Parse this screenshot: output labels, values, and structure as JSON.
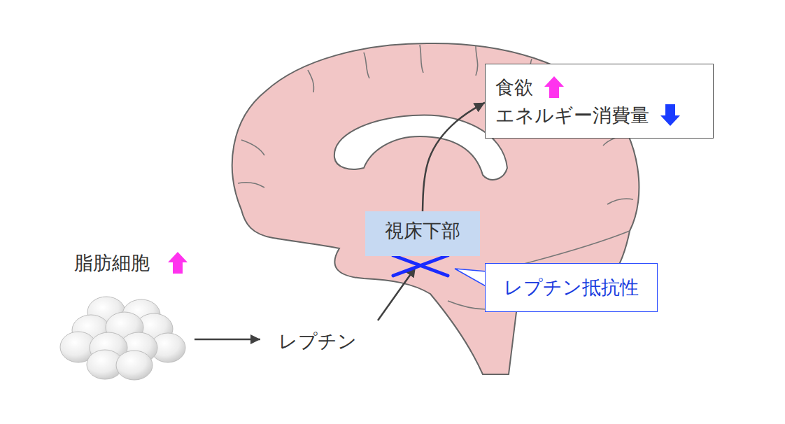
{
  "diagram": {
    "nodes": [
      {
        "text": [
          "食欲",
          "エネルギー消費量"
        ]
      },
      {
        "text": [
          "視床下部"
        ]
      },
      {
        "text": [
          "レプチン抵抗性"
        ]
      }
    ],
    "edges": [
      {
        "from": 1,
        "to": 0,
        "arrow": "to"
      }
    ],
    "labels": [
      "脂肪細胞",
      "レプチン"
    ]
  }
}
